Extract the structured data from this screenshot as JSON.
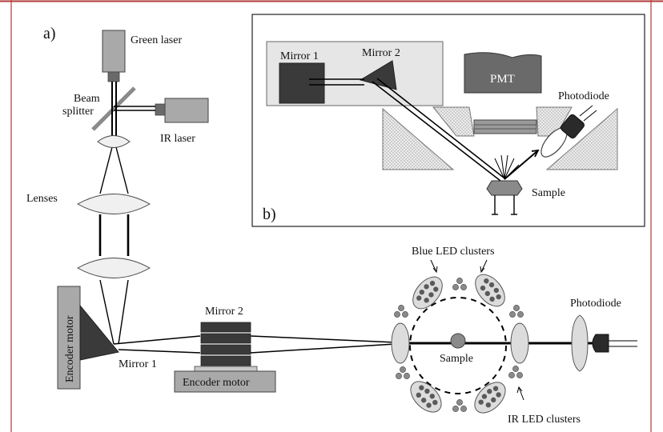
{
  "panel_a": {
    "panel_label": "a)",
    "labels": {
      "green_laser": "Green laser",
      "beam_splitter_1": "Beam",
      "beam_splitter_2": "splitter",
      "ir_laser": "IR laser",
      "lenses": "Lenses",
      "encoder_motor_vertical": "Encoder motor",
      "mirror_1": "Mirror 1",
      "mirror_2": "Mirror 2",
      "encoder_motor_horizontal": "Encoder motor",
      "blue_led_clusters": "Blue LED clusters",
      "photodiode": "Photodiode",
      "sample": "Sample",
      "ir_led_clusters": "IR LED clusters"
    }
  },
  "panel_b": {
    "panel_label": "b)",
    "labels": {
      "mirror_1": "Mirror 1",
      "mirror_2": "Mirror 2",
      "pmt": "PMT",
      "photodiode": "Photodiode",
      "sample": "Sample"
    }
  },
  "colors": {
    "frame_border": "#b03a3a",
    "dark_component": "#3a3a3a",
    "grey_component": "#a9a9a9",
    "light_component": "#e6e6e6",
    "beam": "#000000"
  }
}
